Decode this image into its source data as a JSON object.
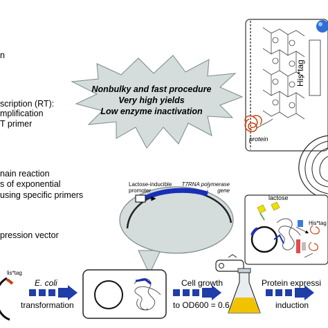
{
  "left_text": [
    "n",
    "scription (RT):",
    "mplification",
    "T primer",
    "nain reaction",
    "s of exponential",
    "using specific primers",
    "pression vector"
  ],
  "burst": {
    "line1": "Nonbulky and fast procedure",
    "line2": "Very high yields",
    "line3": "Low enzyme inactivation"
  },
  "top_panel": {
    "his_tag": "His*tag",
    "protein": "protein"
  },
  "plasmid_zoom": {
    "promoter": "Lactose-inducible promoter",
    "gene": "T7RNA polymerase gene"
  },
  "right_panel": {
    "lactose": "lactose",
    "his_tag": "His*tag"
  },
  "bottom": {
    "plasmid_tag": "lis*tag",
    "ecoli": "E. coli",
    "transformation": "transformation",
    "cell_growth": "Cell growth",
    "od": "to OD600 = 0.6",
    "protein_expression": "Protein expressi",
    "induction": "induction"
  },
  "colors": {
    "arrow_blue": "#1f3ea8",
    "gene_blue": "#1a2fb8",
    "protein_red": "#c8410f",
    "flask_yellow": "#f0c200",
    "burst_fill": "#d4dcdc"
  }
}
